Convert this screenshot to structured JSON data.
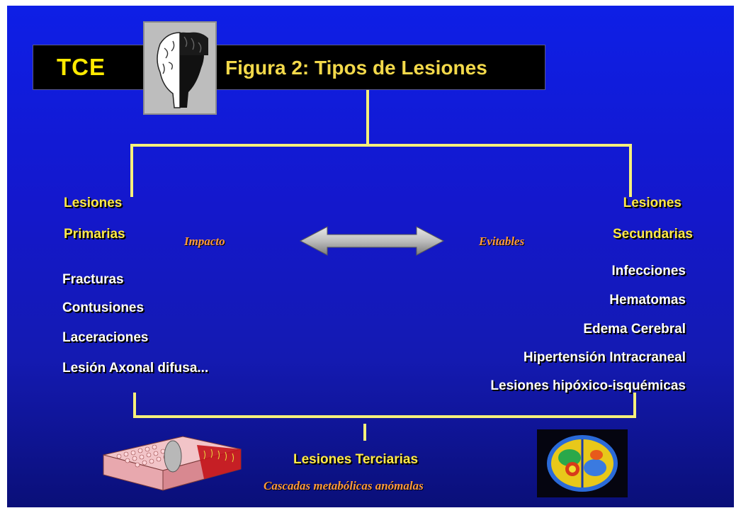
{
  "header": {
    "tag": "TCE",
    "title": "Figura 2: Tipos de Lesiones"
  },
  "primary": {
    "heading_line1": "Lesiones",
    "heading_line2": "Primarias",
    "note": "Impacto",
    "items": [
      "Fracturas",
      "Contusiones",
      "Laceraciones",
      "Lesión Axonal difusa..."
    ]
  },
  "secondary": {
    "heading_line1": "Lesiones",
    "heading_line2": "Secundarias",
    "note": "Evitables",
    "items": [
      "Infecciones",
      "Hematomas",
      "Edema Cerebral",
      "Hipertensión Intracraneal",
      "Lesiones hipóxico-isquémicas"
    ]
  },
  "tertiary": {
    "heading": "Lesiones Terciarias",
    "note": "Cascadas metabólicas anómalas"
  },
  "colors": {
    "background": "#141ab2",
    "connector": "#f6f07a",
    "heading": "#ffe94a",
    "note": "#ff9a3a"
  }
}
